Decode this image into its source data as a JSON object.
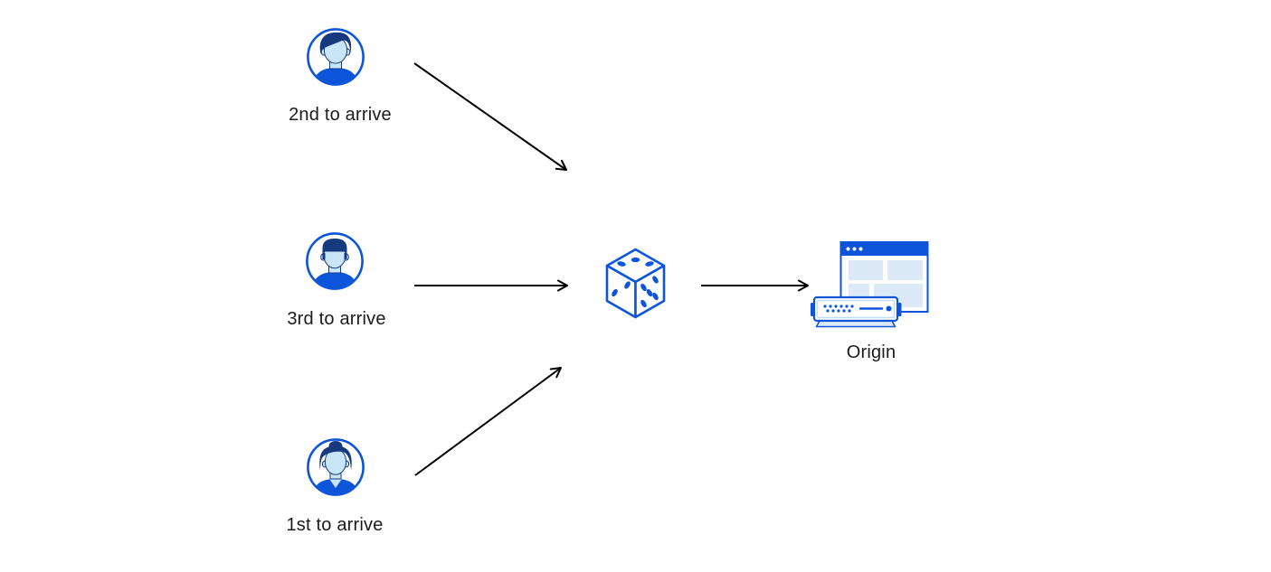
{
  "diagram": {
    "visitors": [
      {
        "id": "visitor-2nd",
        "label": "2nd to arrive",
        "icon": "male-avatar-swept-hair-icon"
      },
      {
        "id": "visitor-3rd",
        "label": "3rd to arrive",
        "icon": "male-avatar-short-hair-icon"
      },
      {
        "id": "visitor-1st",
        "label": "1st to arrive",
        "icon": "female-avatar-bun-icon"
      }
    ],
    "center": {
      "id": "random-selector",
      "icon": "dice-icon"
    },
    "origin": {
      "id": "origin",
      "label": "Origin",
      "icon": "origin-server-browser-icon"
    },
    "edges": [
      {
        "from": "visitor-2nd",
        "to": "random-selector"
      },
      {
        "from": "visitor-3rd",
        "to": "random-selector"
      },
      {
        "from": "visitor-1st",
        "to": "random-selector"
      },
      {
        "from": "random-selector",
        "to": "origin"
      }
    ]
  },
  "colors": {
    "primary": "#0C55DB",
    "navy": "#17397E",
    "face": "#C9E5F8",
    "pale": "#DCEAF8",
    "arrow": "#000000",
    "text": "#1B1B1B",
    "background": "#FFFFFF"
  }
}
